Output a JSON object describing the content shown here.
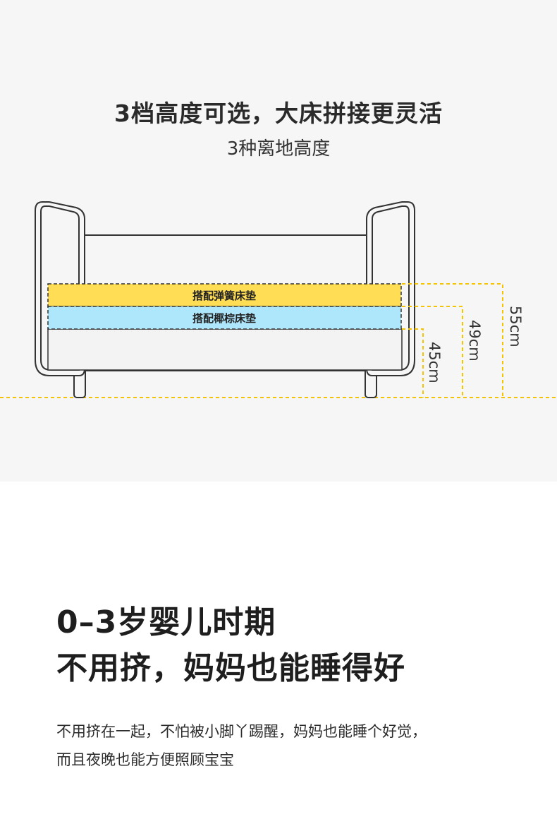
{
  "section1": {
    "title": "3档高度可选，大床拼接更灵活",
    "subtitle": "3种离地高度"
  },
  "diagram": {
    "labels": {
      "spring_mattress": "搭配弹簧床垫",
      "coir_mattress": "搭配椰棕床垫"
    },
    "heights": {
      "h45": "45cm",
      "h49": "49cm",
      "h55": "55cm"
    },
    "colors": {
      "spring_fill": "#ffdd55",
      "coir_fill": "#aee6fb",
      "guide_line": "#f5c400",
      "outline": "#333333"
    }
  },
  "section2": {
    "headline_line1": "0–3岁婴儿时期",
    "headline_line2": "不用挤，妈妈也能睡得好",
    "body_line1": "不用挤在一起，不怕被小脚丫踢醒，妈妈也能睡个好觉，",
    "body_line2": "而且夜晚也能方便照顾宝宝"
  }
}
